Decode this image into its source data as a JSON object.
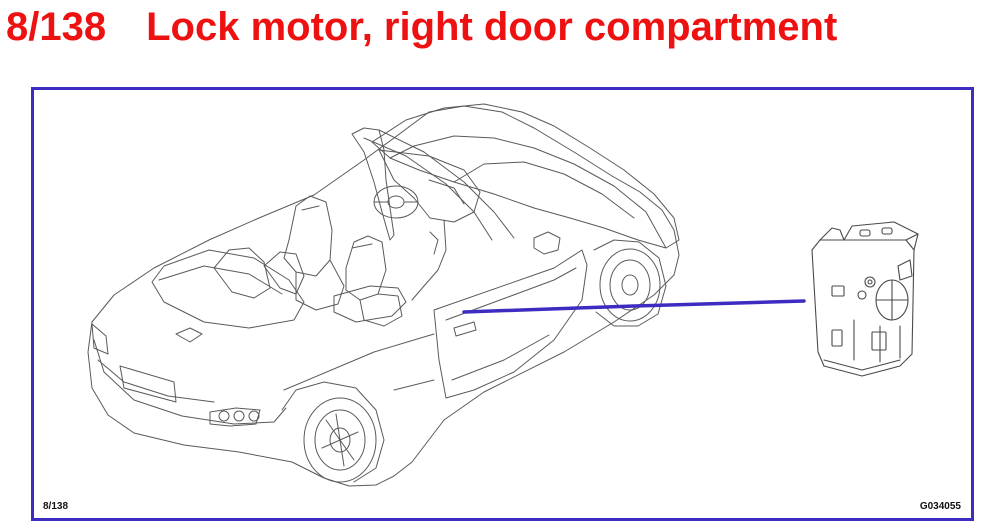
{
  "title": {
    "figure_number": "8/138",
    "text": "Lock motor, right door compartment",
    "color": "#ee1111"
  },
  "frame": {
    "border_color": "#3d2cc0"
  },
  "diagram": {
    "figure_label": "8/138",
    "drawing_code": "G034055",
    "illustration": "convertible-car-line-drawing",
    "component_illustration": "lock-motor-unit",
    "pointer_color": "#3d2cc0"
  }
}
